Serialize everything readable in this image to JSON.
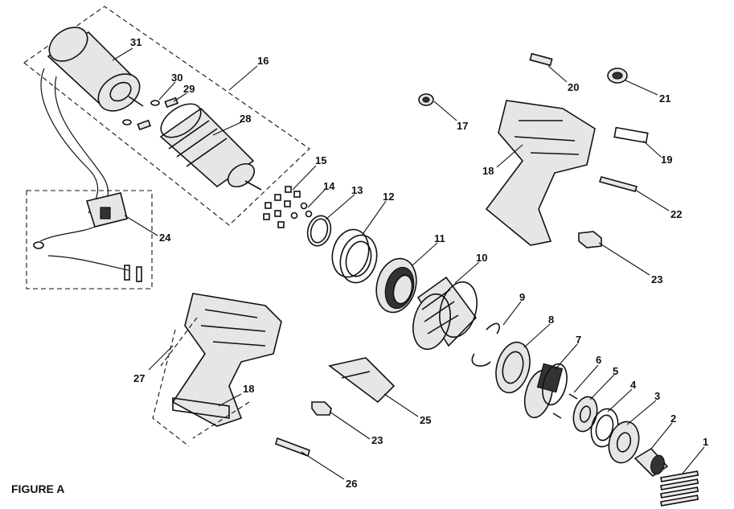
{
  "figure": {
    "caption": "FIGURE A"
  },
  "callouts": [
    {
      "id": "1",
      "label": "1"
    },
    {
      "id": "2",
      "label": "2"
    },
    {
      "id": "3",
      "label": "3"
    },
    {
      "id": "4",
      "label": "4"
    },
    {
      "id": "5",
      "label": "5"
    },
    {
      "id": "6",
      "label": "6"
    },
    {
      "id": "7",
      "label": "7"
    },
    {
      "id": "8",
      "label": "8"
    },
    {
      "id": "9",
      "label": "9"
    },
    {
      "id": "10",
      "label": "10"
    },
    {
      "id": "11",
      "label": "11"
    },
    {
      "id": "12",
      "label": "12"
    },
    {
      "id": "13",
      "label": "13"
    },
    {
      "id": "14",
      "label": "14"
    },
    {
      "id": "15",
      "label": "15"
    },
    {
      "id": "16",
      "label": "16"
    },
    {
      "id": "17",
      "label": "17"
    },
    {
      "id": "18a",
      "label": "18"
    },
    {
      "id": "18b",
      "label": "18"
    },
    {
      "id": "19",
      "label": "19"
    },
    {
      "id": "20",
      "label": "20"
    },
    {
      "id": "21",
      "label": "21"
    },
    {
      "id": "22",
      "label": "22"
    },
    {
      "id": "23a",
      "label": "23"
    },
    {
      "id": "23b",
      "label": "23"
    },
    {
      "id": "24",
      "label": "24"
    },
    {
      "id": "25",
      "label": "25"
    },
    {
      "id": "26",
      "label": "26"
    },
    {
      "id": "27",
      "label": "27"
    },
    {
      "id": "28",
      "label": "28"
    },
    {
      "id": "29",
      "label": "29"
    },
    {
      "id": "30",
      "label": "30"
    },
    {
      "id": "31",
      "label": "31"
    }
  ]
}
